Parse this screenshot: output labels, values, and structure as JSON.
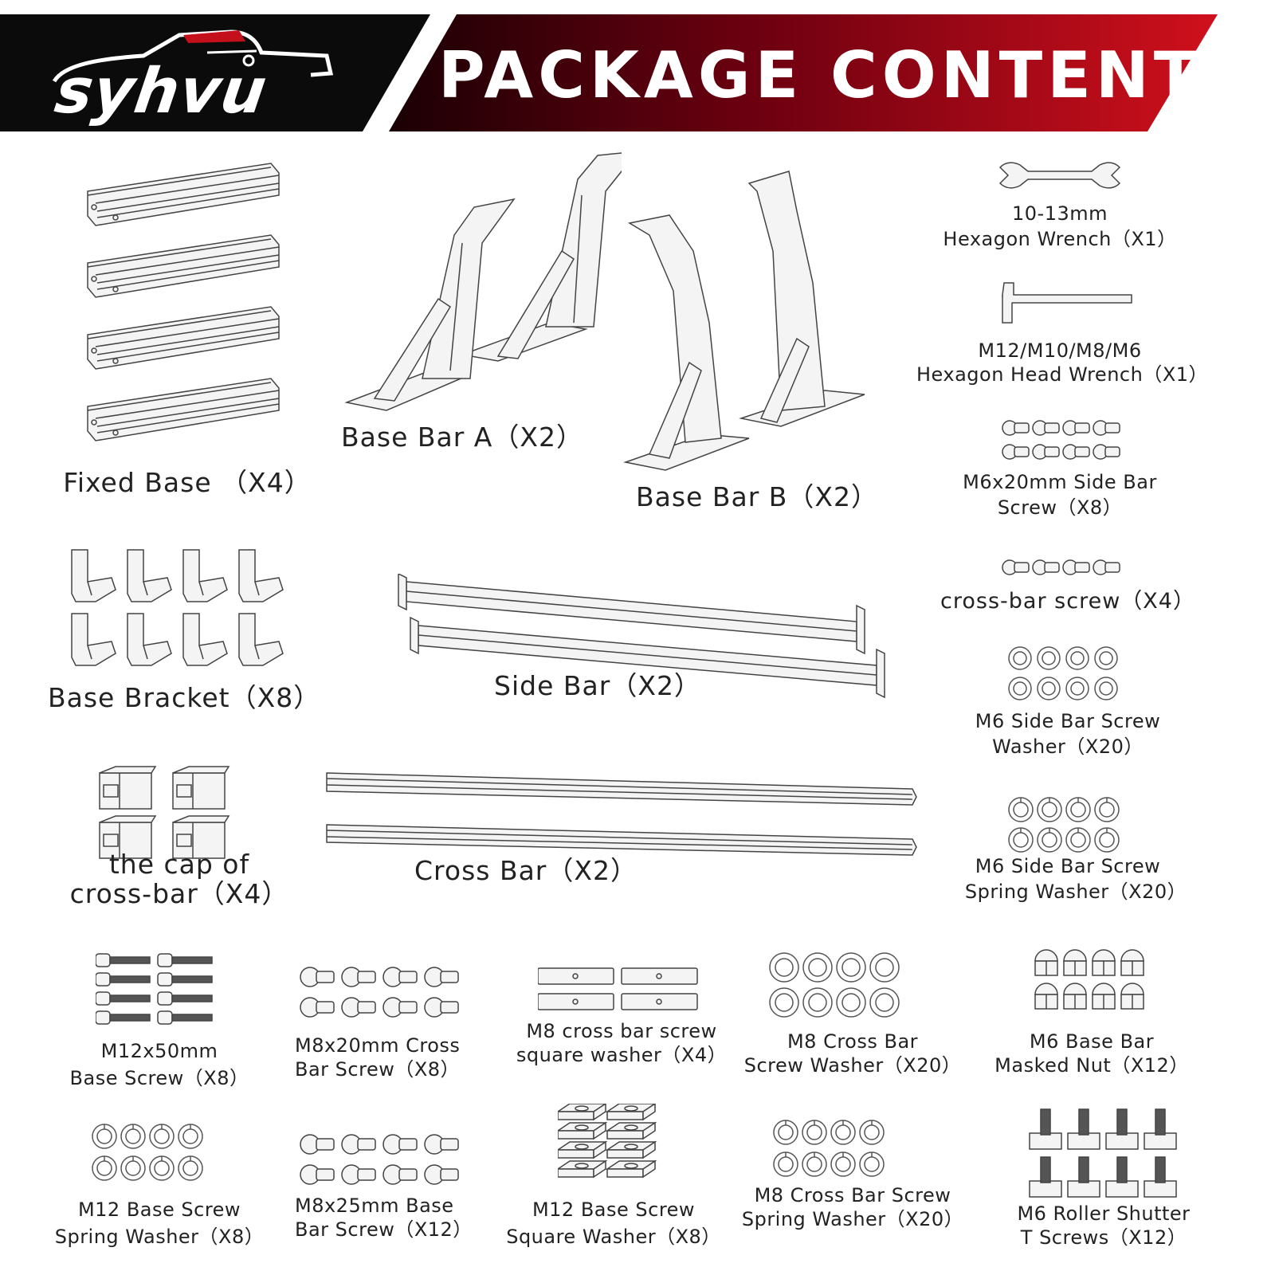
{
  "brand": {
    "logo_text": "syhvu",
    "title": "PACKAGE CONTENTS"
  },
  "colors": {
    "banner_dark": "#0b0b0b",
    "banner_red": "#c4101a",
    "banner_deep": "#5a0008",
    "line": "#444444"
  },
  "items": {
    "fixed_base": "Fixed Base （X4）",
    "base_bar_a": "Base Bar A（X2）",
    "base_bar_b": "Base Bar B（X2）",
    "hex_wrench_1": "10-13mm",
    "hex_wrench_2": "Hexagon Wrench（X1）",
    "hex_head_1": "M12/M10/M8/M6",
    "hex_head_2": "Hexagon Head Wrench（X1）",
    "m6_side_screw_1": "M6x20mm Side Bar",
    "m6_side_screw_2": "Screw（X8）",
    "base_bracket": "Base Bracket（X8）",
    "side_bar": "Side Bar（X2）",
    "cross_bar_screw": "cross-bar screw（X4）",
    "m6_washer_1": "M6 Side Bar Screw",
    "m6_washer_2": "Washer（X20）",
    "cap_1": "the cap of",
    "cap_2": "cross-bar（X4）",
    "cross_bar": "Cross Bar（X2）",
    "m6_spring_1": "M6 Side Bar Screw",
    "m6_spring_2": "Spring Washer（X20）",
    "m12_base_screw_1": "M12x50mm",
    "m12_base_screw_2": "Base Screw（X8）",
    "m8_cross_screw_1": "M8x20mm Cross",
    "m8_cross_screw_2": "Bar Screw（X8）",
    "m8_square_1": "M8 cross bar screw",
    "m8_square_2": "square washer（X4）",
    "m8_washer_1": "M8 Cross Bar",
    "m8_washer_2": "Screw Washer（X20）",
    "m6_nut_1": "M6 Base Bar",
    "m6_nut_2": "Masked Nut（X12）",
    "m12_spring_1": "M12 Base Screw",
    "m12_spring_2": "Spring Washer（X8）",
    "m8_base_screw_1": "M8x25mm Base",
    "m8_base_screw_2": "Bar Screw（X12）",
    "m12_square_1": "M12 Base Screw",
    "m12_square_2": "Square Washer（X8）",
    "m8_spring_1": "M8 Cross Bar Screw",
    "m8_spring_2": "Spring Washer（X20）",
    "t_screw_1": "M6 Roller Shutter",
    "t_screw_2": "T Screws（X12）"
  }
}
